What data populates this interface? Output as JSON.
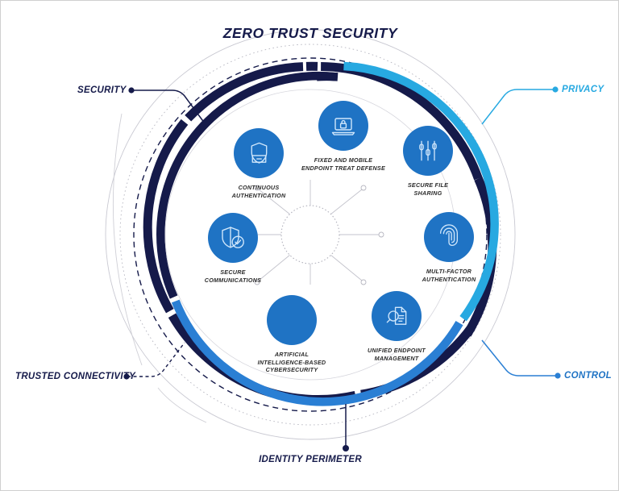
{
  "diagram": {
    "title": "ZERO TRUST SECURITY",
    "type": "radial-hub-and-spoke",
    "colors": {
      "navy": "#151a4a",
      "cyan": "#27a9e1",
      "blue": "#1f73c4",
      "bubble": "#1f73c4",
      "caption": "#2b2b2b",
      "guide": "#b9b9c2",
      "background": "#ffffff"
    }
  },
  "callouts": [
    {
      "id": "security",
      "label": "SECURITY",
      "color_name": "navy",
      "position": "left-top"
    },
    {
      "id": "privacy",
      "label": "PRIVACY",
      "color_name": "cyan",
      "position": "right-top"
    },
    {
      "id": "trusted",
      "label": "TRUSTED CONNECTIVITY",
      "color_name": "navy",
      "position": "left-bottom"
    },
    {
      "id": "control",
      "label": "CONTROL",
      "color_name": "blue",
      "position": "right-bottom"
    },
    {
      "id": "perimeter",
      "label": "IDENTITY PERIMETER",
      "color_name": "navy",
      "position": "bottom-center"
    }
  ],
  "nodes": [
    {
      "id": "endpoint-defense",
      "icon": "laptop-lock-icon",
      "caption_lines": [
        "FIXED AND MOBILE",
        "ENDPOINT TREAT DEFENSE"
      ]
    },
    {
      "id": "continuous-auth",
      "icon": "shield-badge-icon",
      "caption_lines": [
        "CONTINUOUS",
        "AUTHENTICATION"
      ]
    },
    {
      "id": "secure-file",
      "icon": "sliders-icon",
      "caption_lines": [
        "SECURE FILE",
        "SHARING"
      ]
    },
    {
      "id": "secure-comms",
      "icon": "shield-check-icon",
      "caption_lines": [
        "SECURE",
        "COMMUNICATIONS"
      ]
    },
    {
      "id": "mfa",
      "icon": "fingerprint-icon",
      "caption_lines": [
        "MULTI-FACTOR",
        "AUTHENTICATION"
      ]
    },
    {
      "id": "ai-cyber",
      "icon": "blank-icon",
      "caption_lines": [
        "ARTIFICIAL",
        "INTELLIGENCE-BASED",
        "CYBERSECURITY"
      ]
    },
    {
      "id": "uem",
      "icon": "magnifier-document-icon",
      "caption_lines": [
        "UNIFIED ENDPOINT",
        "MANAGEMENT"
      ]
    }
  ]
}
